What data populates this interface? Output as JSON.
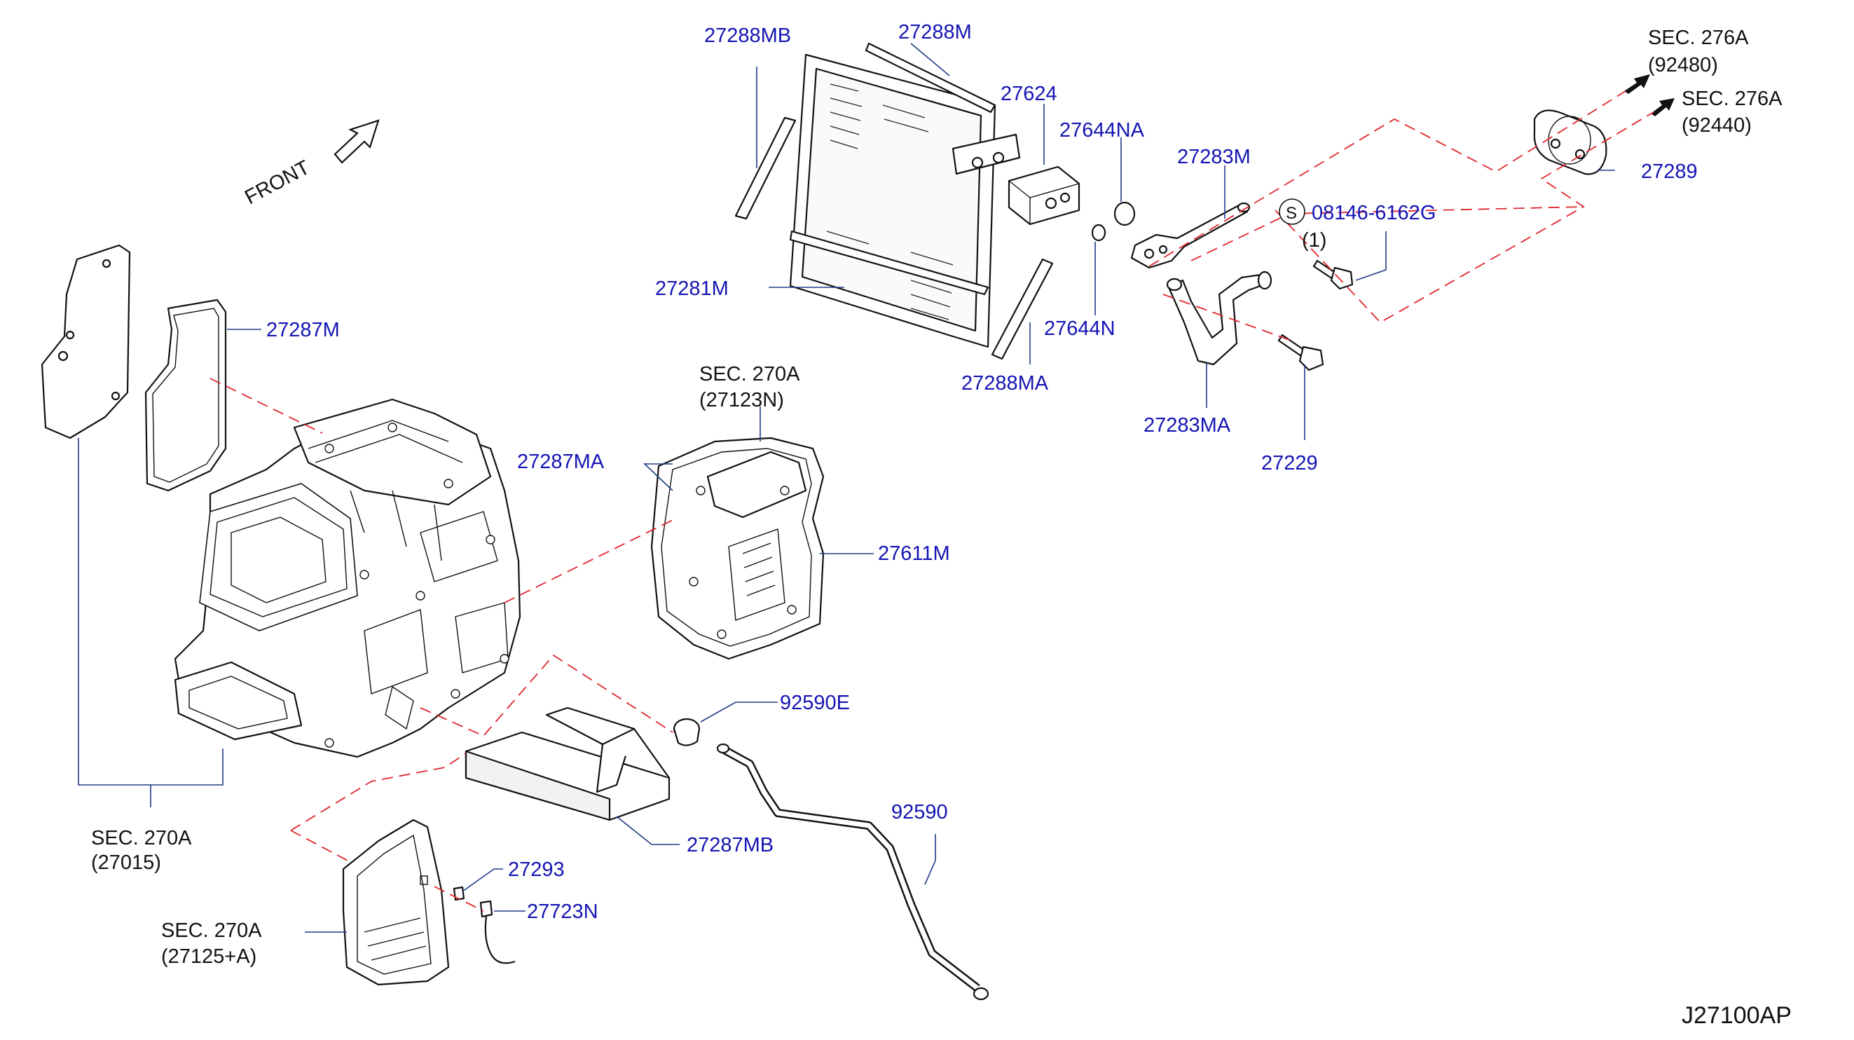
{
  "diagram": {
    "front_label": "FRONT",
    "code": "J27100AP",
    "part_numbers": {
      "p27288MB": "27288MB",
      "p27288M": "27288M",
      "p27624": "27624",
      "p27644NA": "27644NA",
      "p27283M": "27283M",
      "p08146": "08146-6162G",
      "p08146_qty": "(1)",
      "bolt_symbol": "S",
      "p27281M": "27281M",
      "p27644N": "27644N",
      "p27288MA": "27288MA",
      "p27283MA": "27283MA",
      "p27229": "27229",
      "p27289": "27289",
      "p27287M": "27287M",
      "p27287MA": "27287MA",
      "p27611M": "27611M",
      "p92590E": "92590E",
      "p92590": "92590",
      "p27287MB": "27287MB",
      "p27293": "27293",
      "p27723N": "27723N"
    },
    "sections": {
      "s276A_1_title": "SEC.  276A",
      "s276A_1_ref": "(92480)",
      "s276A_2_title": "SEC.  276A",
      "s276A_2_ref": "(92440)",
      "s270A_1_title": "SEC.  270A",
      "s270A_1_ref": "(27123N)",
      "s270A_2_title": "SEC.  270A",
      "s270A_2_ref": "(27015)",
      "s270A_3_title": "SEC.  270A",
      "s270A_3_ref": "(27125+A)"
    },
    "colors": {
      "part_number_text": "#1414b4",
      "section_text": "#111111",
      "leader_line": "#1f3b86",
      "dashed_reference": "#e0262e"
    }
  }
}
